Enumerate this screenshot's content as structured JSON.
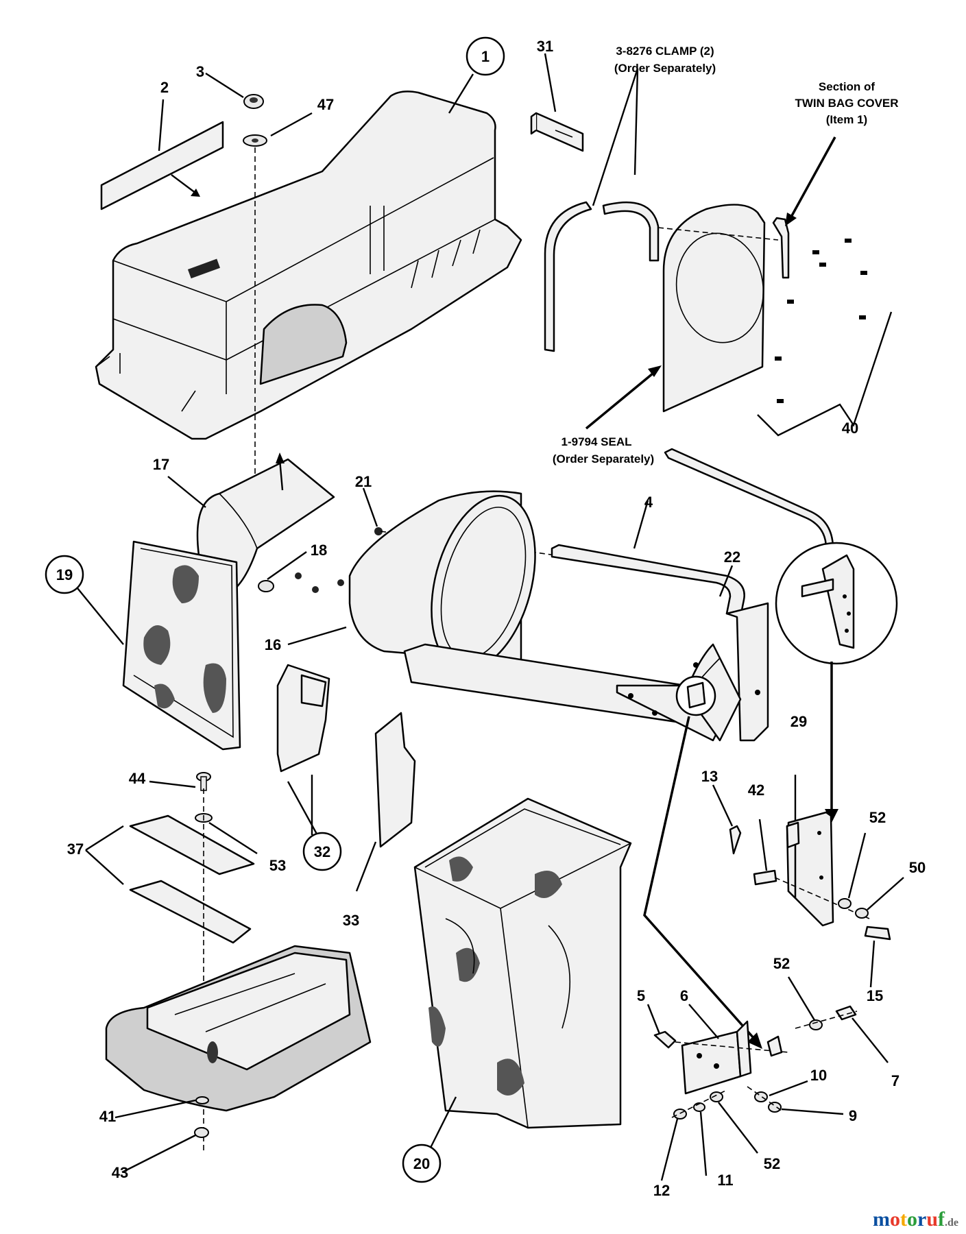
{
  "callouts": {
    "c1": "1",
    "c2": "2",
    "c3": "3",
    "c4": "4",
    "c5": "5",
    "c6": "6",
    "c7": "7",
    "c9": "9",
    "c10": "10",
    "c11": "11",
    "c12": "12",
    "c13": "13",
    "c15": "15",
    "c16": "16",
    "c17": "17",
    "c18": "18",
    "c19": "19",
    "c20": "20",
    "c21": "21",
    "c22": "22",
    "c29": "29",
    "c31": "31",
    "c32": "32",
    "c33": "33",
    "c37": "37",
    "c40": "40",
    "c41": "41",
    "c42": "42",
    "c43": "43",
    "c44": "44",
    "c47": "47",
    "c50": "50",
    "c52a": "52",
    "c52b": "52",
    "c52c": "52",
    "c53": "53"
  },
  "notes": {
    "clamp_line1": "3-8276 CLAMP (2)",
    "clamp_line2": "(Order Separately)",
    "seal_line1": "1-9794 SEAL",
    "seal_line2": "(Order Separately)",
    "section_line1": "Section of",
    "section_line2": "TWIN BAG COVER",
    "section_line3": "(Item 1)"
  },
  "watermark": {
    "brand": "motoruf",
    "suffix": ".de",
    "colors": {
      "m": "#0a4fa0",
      "o1": "#e8392a",
      "t": "#f5a800",
      "o2": "#2a9d3a",
      "r": "#0a4fa0",
      "u": "#e8392a",
      "f": "#2a9d3a"
    }
  }
}
